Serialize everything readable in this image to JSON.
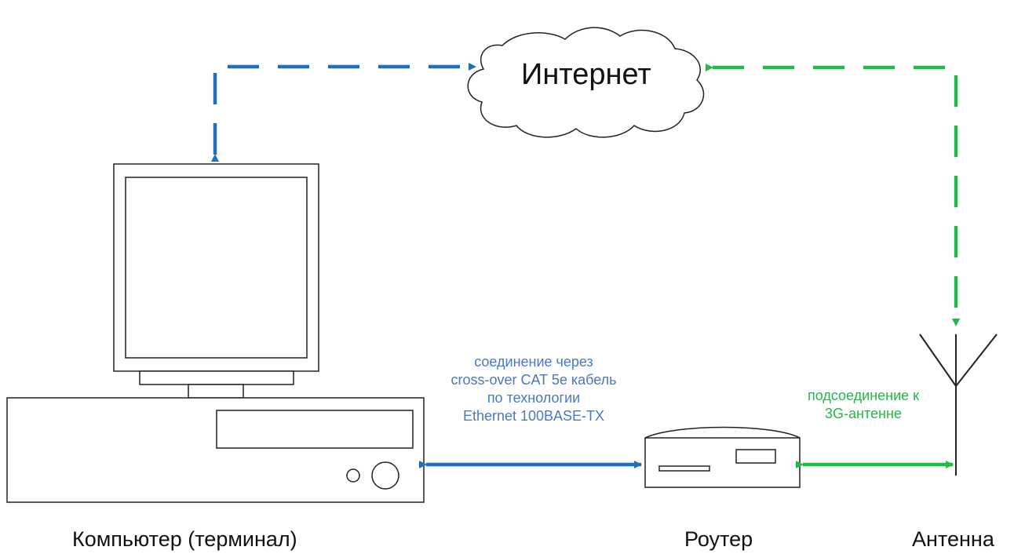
{
  "diagram": {
    "internet_label": "Интернет",
    "computer_label": "Компьютер (терминал)",
    "router_label": "Роутер",
    "antenna_label": "Антенна",
    "ethernet_note": [
      "соединение через",
      "cross-over CAT 5e кабель",
      "по технологии",
      "Ethernet 100BASE-TX"
    ],
    "antenna_note": [
      "подсоединение к",
      "3G-антенне"
    ]
  },
  "colors": {
    "blue_link": "#1f6fc0",
    "green_link": "#22b84a",
    "blue_text": "#4a78c4",
    "green_text": "#22b84a",
    "outline": "#222222"
  }
}
